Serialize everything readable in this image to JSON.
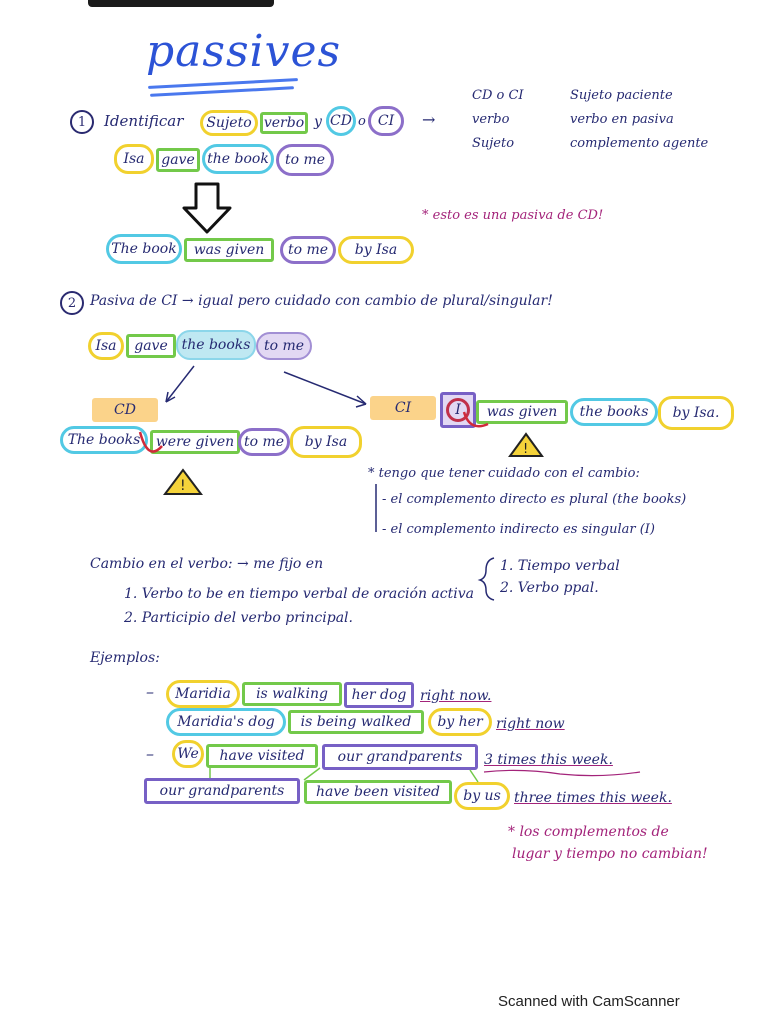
{
  "title": "passives",
  "step1": {
    "number": "1",
    "instruction": "Identificar",
    "labels": {
      "subject": "Sujeto",
      "verb": "verbo",
      "and": "y",
      "cd": "CD",
      "o": "o",
      "ci": "CI"
    },
    "arrow": "→",
    "legend": [
      {
        "left": "CD o CI",
        "right": "Sujeto paciente"
      },
      {
        "left": "verbo",
        "right": "verbo en pasiva"
      },
      {
        "left": "Sujeto",
        "right": "complemento agente"
      }
    ],
    "active": {
      "subject": "Isa",
      "verb": "gave",
      "object": "the book",
      "indirect": "to me"
    },
    "passive": {
      "object": "The book",
      "verb": "was given",
      "indirect": "to me",
      "agent": "by Isa"
    },
    "note": "* esto es una pasiva de CD!"
  },
  "step2": {
    "number": "2",
    "heading": "Pasiva de CI → igual pero cuidado con cambio de plural/singular!",
    "active": {
      "subject": "Isa",
      "verb": "gave",
      "object": "the books",
      "indirect": "to me"
    },
    "cd_label": "CD",
    "ci_label": "CI",
    "cd_passive": {
      "object": "The books",
      "verb": "were given",
      "indirect": "to me",
      "agent": "by Isa"
    },
    "ci_passive": {
      "subject": "I",
      "verb": "was given",
      "object": "the books",
      "agent": "by Isa."
    },
    "warning_note": "* tengo que tener cuidado con el cambio:",
    "warning_items": [
      "- el complemento directo es plural (the books)",
      "- el complemento indirecto es singular (I)"
    ]
  },
  "verb_change": {
    "heading": "Cambio en el verbo: → me fijo en",
    "aspects": [
      "1. Tiempo verbal",
      "2. Verbo ppal."
    ],
    "rules": [
      "1. Verbo to be en tiempo verbal de oración activa",
      "2. Participio del verbo principal."
    ]
  },
  "examples": {
    "heading": "Ejemplos:",
    "ex1_active": {
      "subject": "Maridia",
      "verb": "is walking",
      "object": "her dog",
      "rest": "right now."
    },
    "ex1_passive": {
      "subject": "Maridia's dog",
      "verb": "is being walked",
      "agent": "by her",
      "rest": "right now"
    },
    "ex2_active": {
      "subject": "We",
      "verb": "have visited",
      "object": "our grandparents",
      "rest": "3 times this week."
    },
    "ex2_passive": {
      "subject": "our grandparents",
      "verb": "have been visited",
      "agent": "by us",
      "rest": "three times this week."
    },
    "note_lines": [
      "* los complementos de",
      "lugar y tiempo no cambian!"
    ]
  },
  "footer": "Scanned with CamScanner"
}
